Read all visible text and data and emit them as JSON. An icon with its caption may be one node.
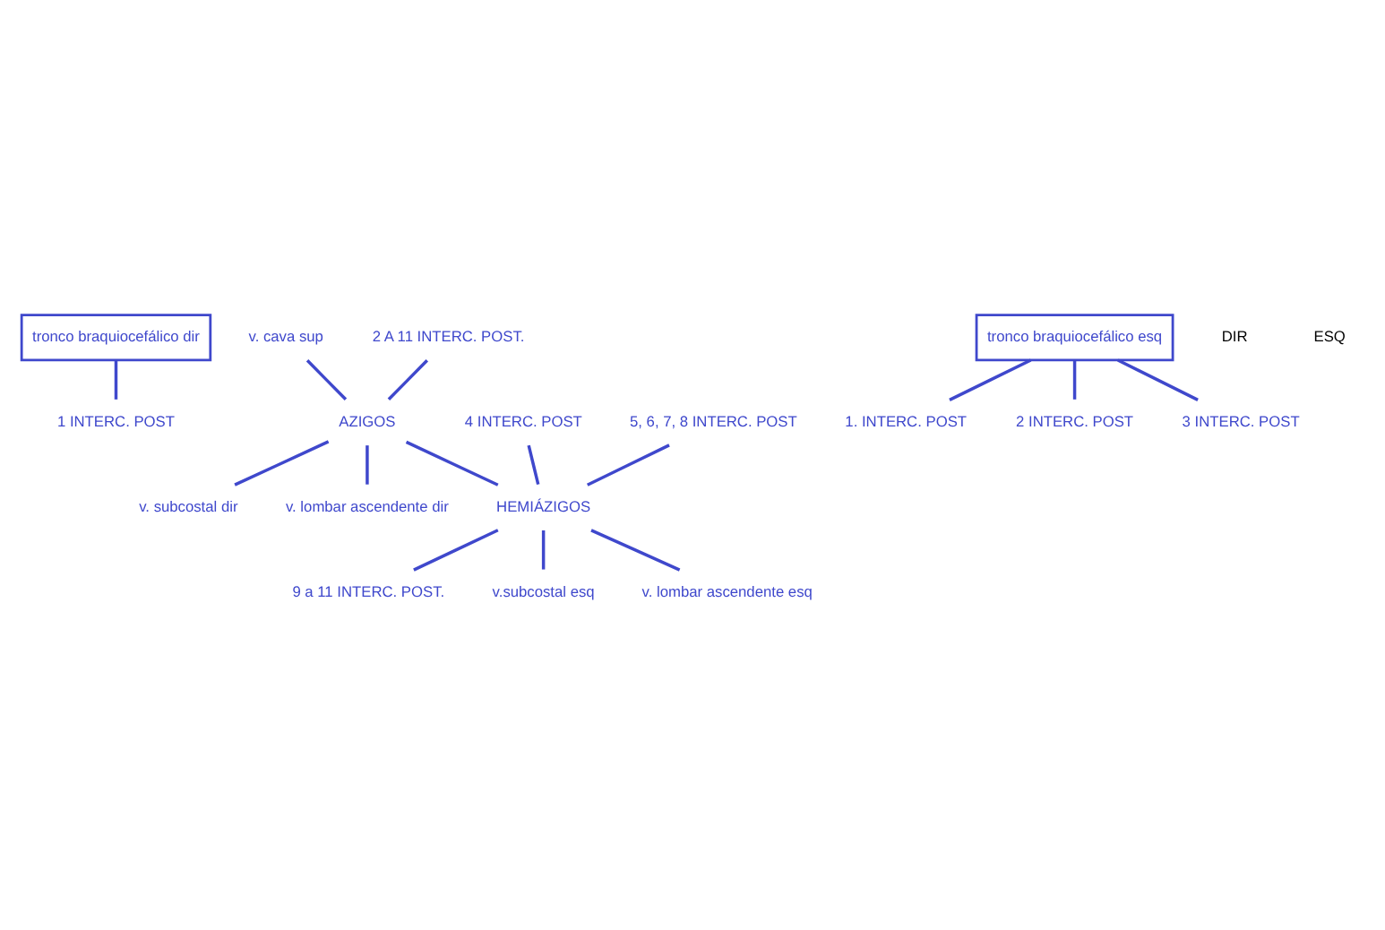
{
  "diagram": {
    "nodes": [
      {
        "text": [
          "tronco braquiocefálico dir"
        ]
      },
      {
        "text": [
          "1 INTERC. POST"
        ]
      },
      {
        "text": [
          "v. cava sup"
        ]
      },
      {
        "text": [
          "AZIGOS"
        ]
      },
      {
        "text": [
          "2 A 11 INTERC. POST."
        ]
      },
      {
        "text": [
          "v. subcostal dir"
        ]
      },
      {
        "text": [
          "v. lombar ascendente dir"
        ]
      },
      {
        "text": [
          "tronco braquiocefálico esq"
        ]
      },
      {
        "text": [
          "1. INTERC. POST"
        ]
      },
      {
        "text": [
          "2 INTERC. POST"
        ]
      },
      {
        "text": [
          "3 INTERC. POST"
        ]
      },
      {
        "text": [
          "4 INTERC. POST"
        ]
      },
      {
        "text": [
          "5, 6, 7, 8 INTERC. POST"
        ]
      },
      {
        "text": [
          "HEMIÁZIGOS"
        ]
      },
      {
        "text": [
          "9 a 11 INTERC. POST."
        ]
      },
      {
        "text": [
          "v.subcostal esq"
        ]
      },
      {
        "text": [
          "v. lombar ascendente esq"
        ]
      }
    ],
    "edges": [
      {
        "from": 0,
        "to": 1,
        "arrow": "none"
      },
      {
        "from": 2,
        "to": 3,
        "arrow": "none"
      },
      {
        "from": 4,
        "to": 3,
        "arrow": "none"
      },
      {
        "from": 3,
        "to": 5,
        "arrow": "none"
      },
      {
        "from": 3,
        "to": 6,
        "arrow": "none"
      },
      {
        "from": 3,
        "to": 13,
        "arrow": "none"
      },
      {
        "from": 7,
        "to": 8,
        "arrow": "none"
      },
      {
        "from": 7,
        "to": 9,
        "arrow": "none"
      },
      {
        "from": 7,
        "to": 10,
        "arrow": "none"
      },
      {
        "from": 11,
        "to": 13,
        "arrow": "none"
      },
      {
        "from": 12,
        "to": 13,
        "arrow": "none"
      },
      {
        "from": 13,
        "to": 14,
        "arrow": "none"
      },
      {
        "from": 13,
        "to": 15,
        "arrow": "none"
      },
      {
        "from": 13,
        "to": 16,
        "arrow": "none"
      }
    ],
    "labels": [
      "DIR",
      "ESQ"
    ]
  }
}
